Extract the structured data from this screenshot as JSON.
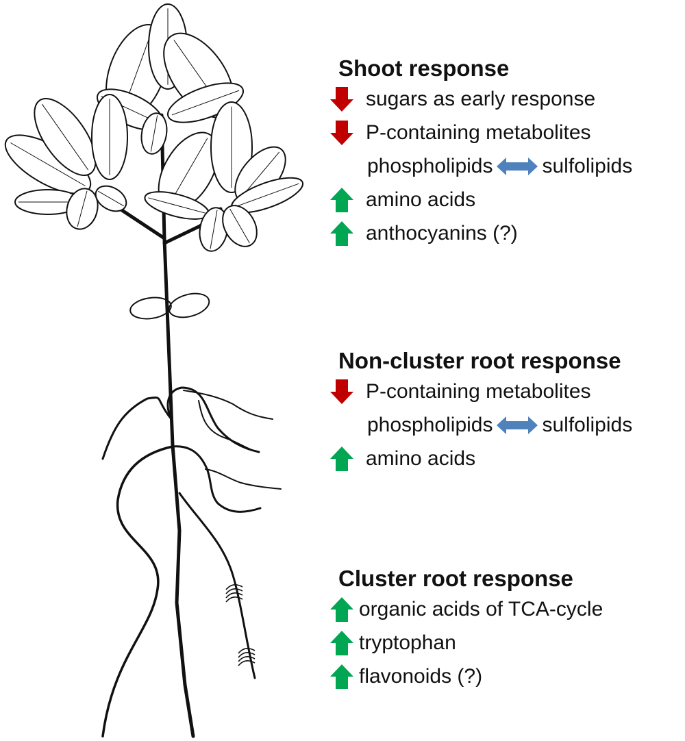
{
  "colors": {
    "down_arrow": "#c00000",
    "up_arrow": "#00a651",
    "exchange_arrow": "#4f81bd",
    "ink": "#111111"
  },
  "illustration": "plant-with-leaves-and-cluster-roots",
  "sections": [
    {
      "title": "Shoot response",
      "items": [
        {
          "icon": "down-arrow",
          "text": "sugars as early response"
        },
        {
          "icon": "down-arrow",
          "text": "P-containing metabolites"
        },
        {
          "icon": "exchange-arrow",
          "left": "phospholipids",
          "right": "sulfolipids"
        },
        {
          "icon": "up-arrow",
          "text": "amino acids"
        },
        {
          "icon": "up-arrow",
          "text": "anthocyanins (?)"
        }
      ]
    },
    {
      "title": "Non-cluster root response",
      "items": [
        {
          "icon": "down-arrow",
          "text": "P-containing metabolites"
        },
        {
          "icon": "exchange-arrow",
          "left": "phospholipids",
          "right": "sulfolipids"
        },
        {
          "icon": "up-arrow",
          "text": "amino acids"
        }
      ]
    },
    {
      "title": "Cluster root response",
      "items": [
        {
          "icon": "up-arrow",
          "text": "organic acids of TCA-cycle"
        },
        {
          "icon": "up-arrow",
          "text": "tryptophan"
        },
        {
          "icon": "up-arrow",
          "text": "flavonoids (?)"
        }
      ]
    }
  ]
}
